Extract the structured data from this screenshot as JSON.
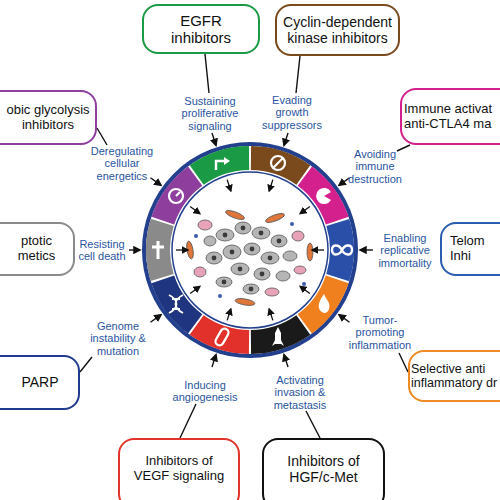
{
  "diagram": {
    "nodes": [
      {
        "text": [
          "EGFR inhibitors"
        ]
      },
      {
        "text": [
          "Cyclin-dependent kinase inhibitors"
        ]
      },
      {
        "text": [
          "Immune activat anti-CTLA4 ma"
        ]
      },
      {
        "text": [
          "Telom Inhi"
        ]
      },
      {
        "text": [
          "Selective anti inflammatory dr"
        ]
      },
      {
        "text": [
          "Inhibitors of HGF/c-Met"
        ]
      },
      {
        "text": [
          "Inhibitors of VEGF signaling"
        ]
      },
      {
        "text": [
          "PARP"
        ]
      },
      {
        "text": [
          "ptotic metics"
        ]
      },
      {
        "text": [
          "obic glycolysis inhibitors"
        ]
      }
    ],
    "labels": [
      "Sustaining proliferative signaling",
      "Evading growth suppressors",
      "Avoiding immune destruction",
      "Enabling replicative immortality",
      "Tumor-promoting inflammation",
      "Activating invasion & metastasis",
      "Inducing angiogenesis",
      "Genome instability & mutation",
      "Resisting cell death",
      "Deregulating cellular energetics"
    ]
  }
}
